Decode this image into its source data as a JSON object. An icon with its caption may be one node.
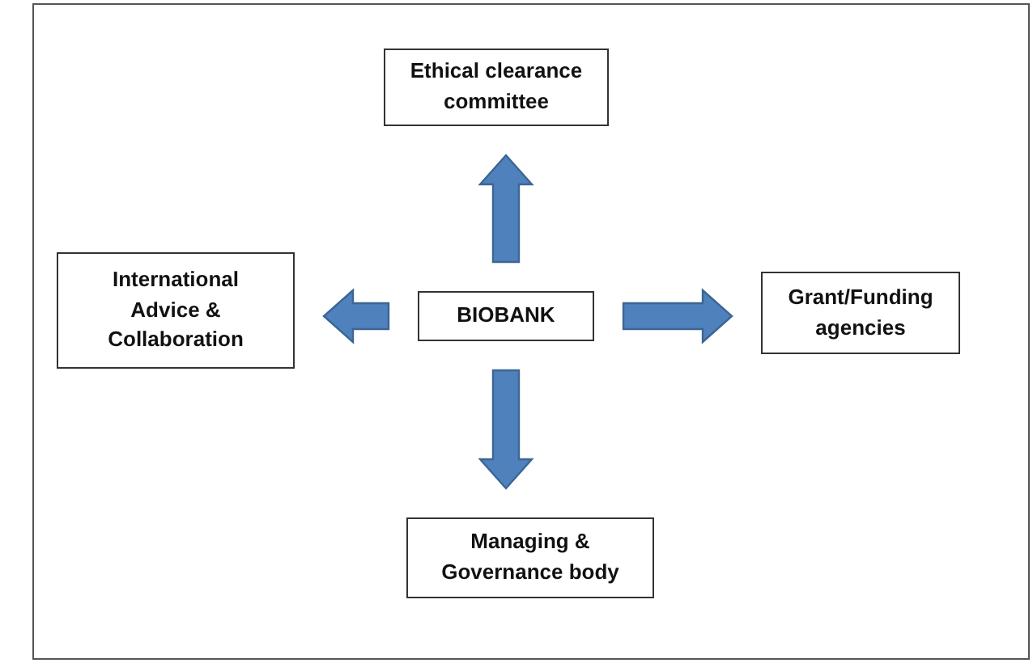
{
  "diagram": {
    "nodes": [
      {
        "text": [
          "BIOBANK"
        ]
      },
      {
        "text": [
          "Ethical clearance committee"
        ]
      },
      {
        "text": [
          "International Advice & Collaboration"
        ]
      },
      {
        "text": [
          "Grant/Funding agencies"
        ]
      },
      {
        "text": [
          "Managing & Governance body"
        ]
      }
    ],
    "edges": [
      {
        "from": 0,
        "to": 1,
        "arrow": "to"
      },
      {
        "from": 0,
        "to": 2,
        "arrow": "to"
      },
      {
        "from": 0,
        "to": 3,
        "arrow": "to"
      },
      {
        "from": 0,
        "to": 4,
        "arrow": "to"
      }
    ]
  }
}
